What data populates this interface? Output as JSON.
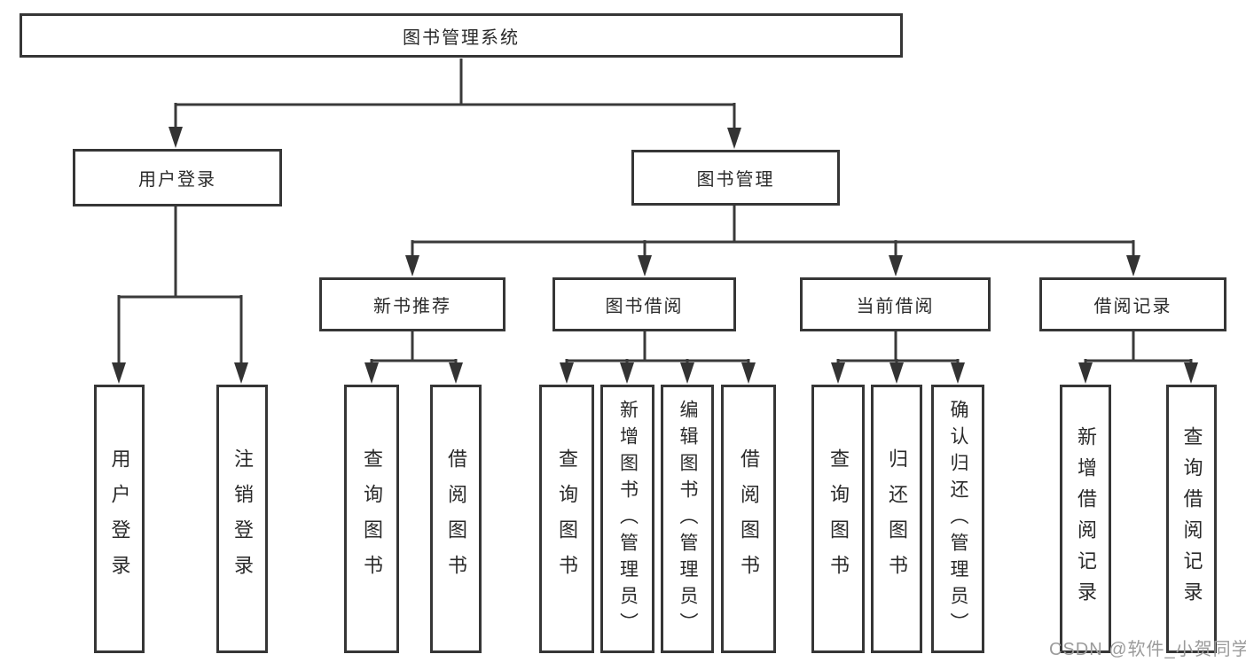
{
  "root": {
    "label": "图书管理系统"
  },
  "level2": [
    {
      "label": "用户登录"
    },
    {
      "label": "图书管理"
    }
  ],
  "level3": [
    {
      "label": "新书推荐"
    },
    {
      "label": "图书借阅"
    },
    {
      "label": "当前借阅"
    },
    {
      "label": "借阅记录"
    }
  ],
  "leaves": {
    "login": [
      "用户登录",
      "注销登录"
    ],
    "recommend": [
      "查询图书",
      "借阅图书"
    ],
    "borrow": [
      "查询图书",
      "新增图书（管理员）",
      "编辑图书（管理员）",
      "借阅图书"
    ],
    "current": [
      "查询图书",
      "归还图书",
      "确认归还（管理员）"
    ],
    "records": [
      "新增借阅记录",
      "查询借阅记录"
    ]
  },
  "watermark": {
    "text": "CSDN @软件_小贺同学"
  },
  "colors": {
    "line": "#3a3a3a",
    "border": "#363636",
    "text": "#2a2a2a",
    "watermark": "#9b9b9b"
  }
}
